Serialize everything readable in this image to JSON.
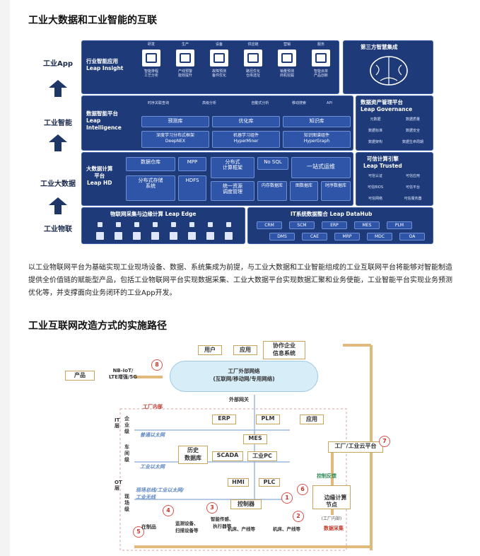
{
  "section1": {
    "title": "工业大数据和工业智能的互联"
  },
  "arch": {
    "layers": [
      "工业App",
      "工业智能",
      "工业大数据",
      "工业物联"
    ],
    "insight": {
      "title": "行业智能应用\nLeap Insight",
      "categories": [
        "研发",
        "生产",
        "设备",
        "供应链",
        "营销",
        "服务"
      ],
      "items": [
        "智能排程\n工艺分析",
        "产线预警\n能效提升",
        "故障预测\n备件优化",
        "路径优化\n仓库选址",
        "销量预测\n商机挖掘",
        "智能派单\n产品创新"
      ],
      "side": "第三方智慧集成"
    },
    "intelligence": {
      "title": "数据智能平台\nLeap\nIntelligence",
      "top": [
        "时序关联查询",
        "高级分析",
        "自動式分析",
        "移动搜索",
        "API"
      ],
      "libs": [
        "预测库",
        "优化库",
        "知识库"
      ],
      "engines": [
        "深度学习分布式框架\nDeepNEX",
        "机器学习组件\nHyperMiner",
        "知识图谱组件\nHyperGraph"
      ]
    },
    "governance": {
      "title": "数据资产管理平台\nLeap Governance",
      "cells": [
        "元数据",
        "数据质量",
        "数据标准",
        "数据安全",
        "数据架构",
        "数据生命周期"
      ]
    },
    "hd": {
      "title": "大数据计算\n平台\nLeap HD",
      "warehouse": "数据仓库",
      "mpp": "MPP",
      "storage": "分布式存储\n系统",
      "hdfs": "HDFS",
      "compute": "分布式\n计算框架",
      "sched": "统一资源\n调度管理",
      "nosql": "No SQL",
      "onestop": "一站式运维",
      "dbs": [
        "内存数据库",
        "图数据库",
        "时序数据库"
      ]
    },
    "trusted": {
      "title": "可信计算引擎\nLeap Trusted",
      "cells": [
        "可信认证",
        "可信应用",
        "可信BIOS",
        "可信平台",
        "可信网络",
        "可信服务器"
      ]
    },
    "edge": {
      "title": "物联网采集与边缘计算 Leap Edge"
    },
    "datahub": {
      "title": "IT系统数据整合 Leap DataHub",
      "row1": [
        "CRM",
        "SCM",
        "ERP",
        "MES",
        "PLM"
      ],
      "row2": [
        "DMS",
        "CAE",
        "MRP",
        "MDC",
        "OA"
      ]
    }
  },
  "paragraph": "以工业物联网平台为基础实现工业现场设备、数据、系统集成为前提，与工业大数据和工业智能组成的工业互联网平台将能够对智能制造提供全价值链的赋能型产品，包括工业物联网平台实现数据采集、工业大数据平台实现数据汇聚和业务使能，工业智能平台实现业务预测优化等，并支撑面向业务闭环的工业App开发。",
  "section2": {
    "title": "工业互联网改造方式的实施路径"
  },
  "path": {
    "top_boxes": [
      "用户",
      "应用",
      "协作企业\n信息系统"
    ],
    "product": "产品",
    "nbiot": "NB-IoT/\nLTE增强/5G",
    "cloud": "工厂外部网络\n(互联网/移动网/专用网络)",
    "gateway": "外部网关",
    "factory_inner": "工厂内部",
    "it_layer": "IT层",
    "ot_layer": "OT层",
    "enterprise_level": "企业级",
    "workshop_level": "车间级",
    "field_level": "现场级",
    "ethernet1": "普通以太网",
    "ethernet2": "工业以太网",
    "fieldbus": "现场总线/工业以太网/\n工业无线",
    "erp": "ERP",
    "plm": "PLM",
    "app": "应用",
    "mes": "MES",
    "history": "历史\n数据库",
    "scada": "SCADA",
    "ipc": "工业PC",
    "hmi": "HMI",
    "plc": "PLC",
    "controller": "控制器",
    "cloudplatform": "工厂/工业云平台",
    "edge": "边缘计算\n节点",
    "edge_sub": "(工厂内部)",
    "ctrl_feedback": "控制反馈",
    "data_collect": "数据采集",
    "product_in": "在制品",
    "monitor": "监测设备、\n扫描设备等",
    "sensor": "智能传感、\n执行器等",
    "machine1": "机床、产线等",
    "machine2": "机床、产线等",
    "numbers": [
      "1",
      "2",
      "3",
      "4",
      "5",
      "6",
      "7",
      "8"
    ]
  }
}
